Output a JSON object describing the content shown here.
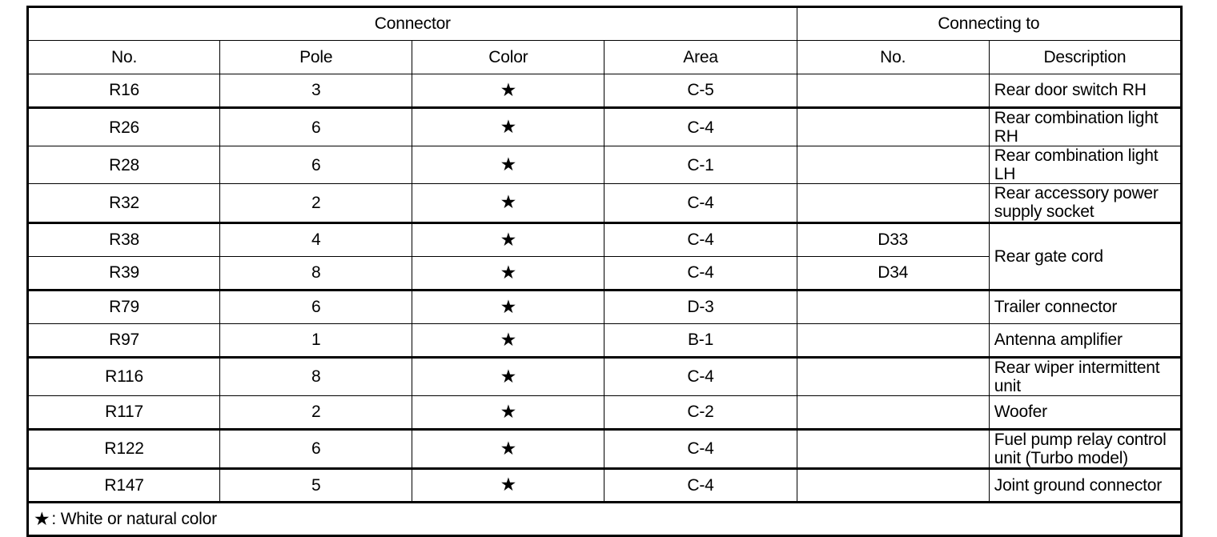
{
  "table": {
    "group_headers": [
      {
        "label": "Connector",
        "span": 4
      },
      {
        "label": "Connecting to",
        "span": 2
      }
    ],
    "columns": [
      {
        "key": "connector_no",
        "label": "No."
      },
      {
        "key": "pole",
        "label": "Pole"
      },
      {
        "key": "color",
        "label": "Color"
      },
      {
        "key": "area",
        "label": "Area"
      },
      {
        "key": "connecting_no",
        "label": "No."
      },
      {
        "key": "description",
        "label": "Description"
      }
    ],
    "star_glyph": "★",
    "rows": [
      {
        "connector_no": "R16",
        "pole": "3",
        "color": "★",
        "area": "C-5",
        "connecting_no": "",
        "description": "Rear door switch RH"
      },
      {
        "connector_no": "R26",
        "pole": "6",
        "color": "★",
        "area": "C-4",
        "connecting_no": "",
        "description": "Rear combination light RH"
      },
      {
        "connector_no": "R28",
        "pole": "6",
        "color": "★",
        "area": "C-1",
        "connecting_no": "",
        "description": "Rear combination light LH"
      },
      {
        "connector_no": "R32",
        "pole": "2",
        "color": "★",
        "area": "C-4",
        "connecting_no": "",
        "description": "Rear accessory power supply socket"
      },
      {
        "connector_no": "R38",
        "pole": "4",
        "color": "★",
        "area": "C-4",
        "connecting_no": "D33",
        "description": "Rear gate cord"
      },
      {
        "connector_no": "R39",
        "pole": "8",
        "color": "★",
        "area": "C-4",
        "connecting_no": "D34",
        "description": ""
      },
      {
        "connector_no": "R79",
        "pole": "6",
        "color": "★",
        "area": "D-3",
        "connecting_no": "",
        "description": "Trailer connector"
      },
      {
        "connector_no": "R97",
        "pole": "1",
        "color": "★",
        "area": "B-1",
        "connecting_no": "",
        "description": "Antenna amplifier"
      },
      {
        "connector_no": "R116",
        "pole": "8",
        "color": "★",
        "area": "C-4",
        "connecting_no": "",
        "description": "Rear wiper intermittent unit"
      },
      {
        "connector_no": "R117",
        "pole": "2",
        "color": "★",
        "area": "C-2",
        "connecting_no": "",
        "description": "Woofer"
      },
      {
        "connector_no": "R122",
        "pole": "6",
        "color": "★",
        "area": "C-4",
        "connecting_no": "",
        "description": "Fuel pump relay control unit (Turbo model)"
      },
      {
        "connector_no": "R147",
        "pole": "5",
        "color": "★",
        "area": "C-4",
        "connecting_no": "",
        "description": "Joint ground connector"
      }
    ],
    "footnote": {
      "star": "★",
      "text": ": White or natural color"
    }
  },
  "colors": {
    "border": "#000000",
    "background": "#ffffff",
    "text": "#000000"
  }
}
